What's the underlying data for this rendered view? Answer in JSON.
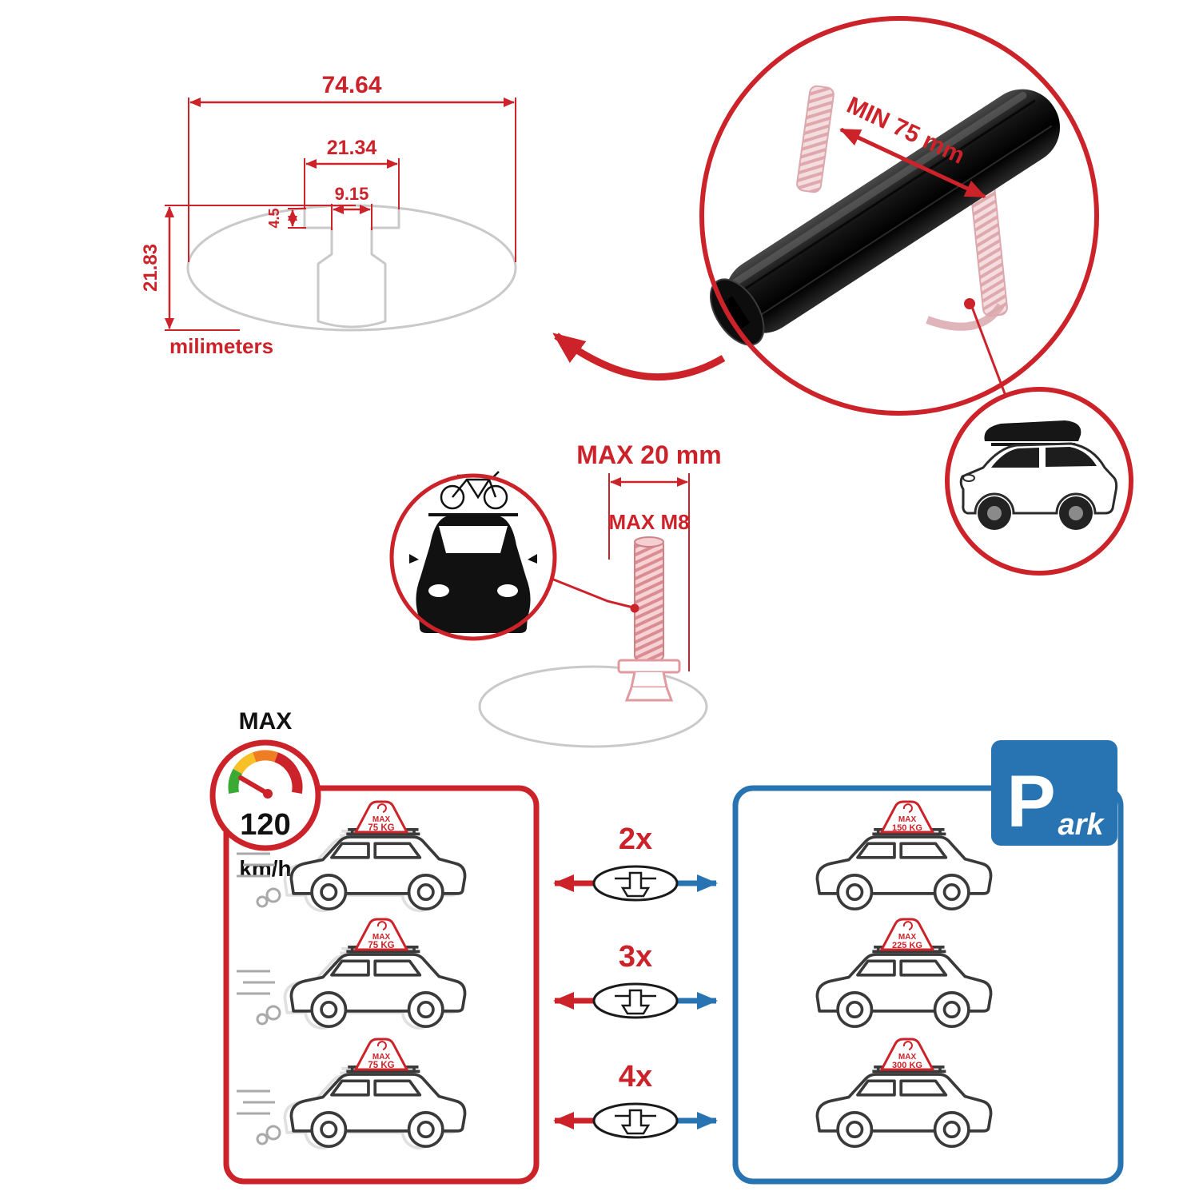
{
  "colors": {
    "red": "#cc2229",
    "blue": "#2874b2",
    "gray": "#c9c9c9",
    "dark": "#111111"
  },
  "dimension_diagram": {
    "total_width": "74.64",
    "channel_width": "21.34",
    "slot_width": "9.15",
    "lip_depth": "4.5",
    "total_height": "21.83",
    "units": "milimeters"
  },
  "crossbar_detail": {
    "clamp_min": "MIN 75 mm"
  },
  "bolt_diagram": {
    "max_length": "MAX 20 mm",
    "max_thread": "MAX M8"
  },
  "speedometer": {
    "label": "MAX",
    "value": "120",
    "unit": "km/h"
  },
  "multipliers": [
    "2x",
    "3x",
    "4x"
  ],
  "driving_loads": [
    {
      "max_label": "MAX",
      "weight": "75 KG"
    },
    {
      "max_label": "MAX",
      "weight": "75 KG"
    },
    {
      "max_label": "MAX",
      "weight": "75 KG"
    }
  ],
  "parked_loads": [
    {
      "max_label": "MAX",
      "weight": "150 KG"
    },
    {
      "max_label": "MAX",
      "weight": "225 KG"
    },
    {
      "max_label": "MAX",
      "weight": "300 KG"
    }
  ],
  "park_sign": {
    "letter": "P",
    "rest": "ark"
  }
}
